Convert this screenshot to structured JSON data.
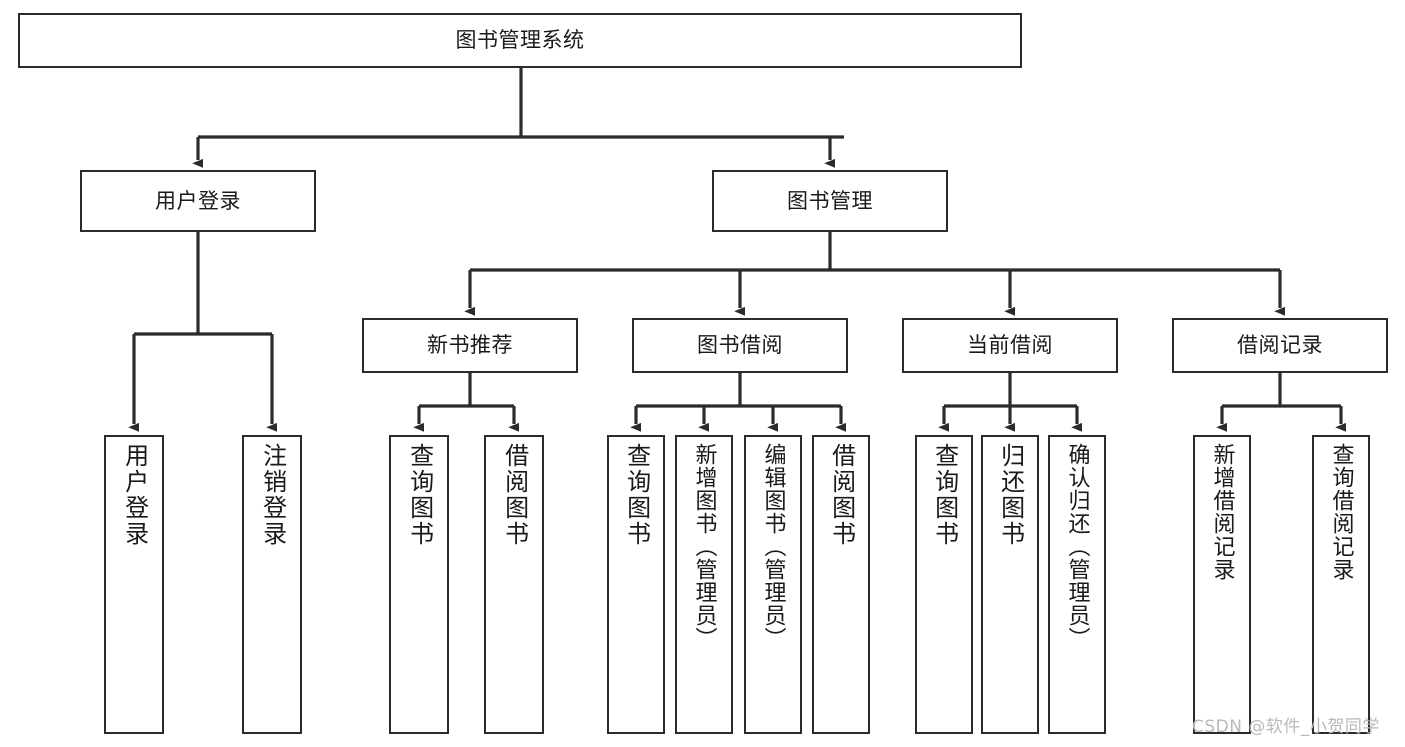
{
  "diagram": {
    "type": "tree",
    "title": "图书管理系统",
    "watermark": "CSDN @软件_小贺同学",
    "colors": {
      "box_border": "#2b2b2b",
      "box_fill": "#ffffff",
      "edge": "#2b2b2b",
      "text": "#1a1a1a",
      "watermark": "#b9b9b9"
    },
    "nodes": {
      "root": {
        "label": "图书管理系统",
        "level": 1
      },
      "user_login": {
        "label": "用户登录",
        "level": 2
      },
      "book_manage": {
        "label": "图书管理",
        "level": 2
      },
      "new_book_rec": {
        "label": "新书推荐",
        "level": 3
      },
      "book_borrow": {
        "label": "图书借阅",
        "level": 3
      },
      "current_borrow": {
        "label": "当前借阅",
        "level": 3
      },
      "borrow_record": {
        "label": "借阅记录",
        "level": 3
      },
      "leaf_user_login": {
        "label": "用户登录",
        "level": 4
      },
      "leaf_logout": {
        "label": "注销登录",
        "level": 4
      },
      "leaf_query_book_a": {
        "label": "查询图书",
        "level": 4
      },
      "leaf_borrow_book_a": {
        "label": "借阅图书",
        "level": 4
      },
      "leaf_query_book_b": {
        "label": "查询图书",
        "level": 4
      },
      "leaf_add_book": {
        "label": "新增图书（管理员）",
        "level": 4
      },
      "leaf_edit_book": {
        "label": "编辑图书（管理员）",
        "level": 4
      },
      "leaf_borrow_book_b": {
        "label": "借阅图书",
        "level": 4
      },
      "leaf_query_book_c": {
        "label": "查询图书",
        "level": 4
      },
      "leaf_return_book": {
        "label": "归还图书",
        "level": 4
      },
      "leaf_confirm_return": {
        "label": "确认归还（管理员）",
        "level": 4
      },
      "leaf_add_record": {
        "label": "新增借阅记录",
        "level": 4
      },
      "leaf_query_record": {
        "label": "查询借阅记录",
        "level": 4
      }
    }
  }
}
